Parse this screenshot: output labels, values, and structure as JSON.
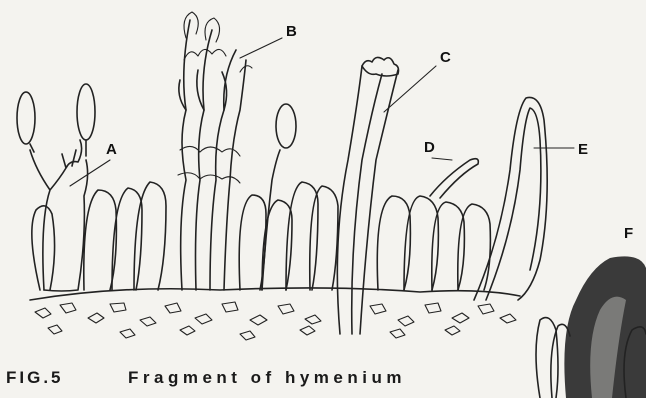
{
  "caption": {
    "figure_number": "FIG.5",
    "title": "Fragment of hymenium"
  },
  "labels": {
    "A": "A",
    "B": "B",
    "C": "C",
    "D": "D",
    "E": "E",
    "F": "F"
  },
  "colors": {
    "ink": "#222222",
    "paper": "#f4f3ef",
    "dark_fill": "#3a3a3a"
  }
}
